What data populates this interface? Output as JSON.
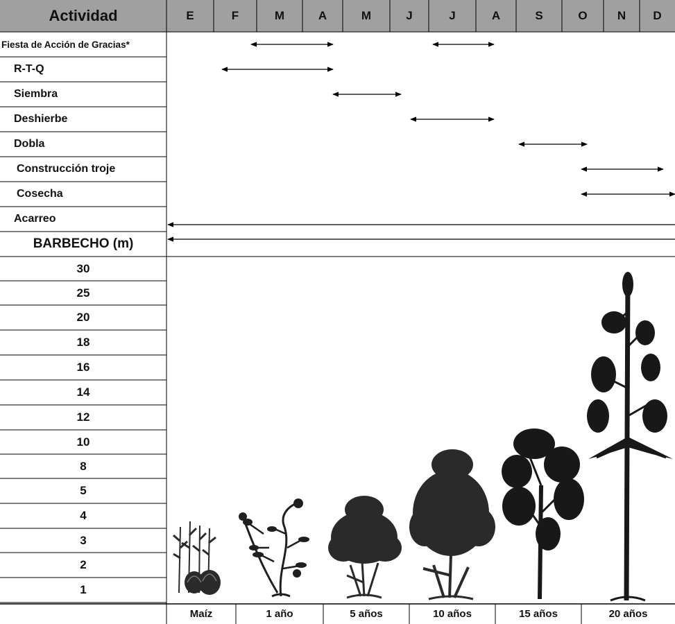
{
  "header": {
    "activity_label": "Actividad",
    "months": [
      "E",
      "F",
      "M",
      "A",
      "M",
      "J",
      "J",
      "A",
      "S",
      "O",
      "N",
      "D"
    ]
  },
  "activities": [
    {
      "label": "Fiesta de Acción de Gracias*",
      "ranges": [
        [
          "M",
          "A"
        ],
        [
          "J",
          "A"
        ]
      ]
    },
    {
      "label": "R-T-Q",
      "ranges": [
        [
          "F",
          "A"
        ]
      ]
    },
    {
      "label": "Siembra",
      "ranges": [
        [
          "A",
          "J"
        ]
      ]
    },
    {
      "label": "Deshierbe",
      "ranges": [
        [
          "J",
          "A"
        ]
      ]
    },
    {
      "label": "Dobla",
      "ranges": [
        [
          "S",
          "O"
        ]
      ]
    },
    {
      "label": "Construcción troje",
      "ranges": [
        [
          "O",
          "D"
        ]
      ]
    },
    {
      "label": "Cosecha",
      "ranges": [
        [
          "O",
          "D"
        ]
      ]
    },
    {
      "label": "Acarreo",
      "ranges": [
        [
          "E",
          "D"
        ]
      ]
    }
  ],
  "fallow": {
    "label": "BARBECHO (m)",
    "range": [
      "E",
      "D"
    ],
    "heights": [
      "30",
      "25",
      "20",
      "18",
      "16",
      "14",
      "12",
      "10",
      "8",
      "5",
      "4",
      "3",
      "2",
      "1"
    ]
  },
  "stages": [
    "Maíz",
    "1 año",
    "5 años",
    "10 años",
    "15 años",
    "20 años"
  ],
  "colors": {
    "header_bg": "#a0a0a0",
    "line": "#000000",
    "plant": "#1a1a1a"
  }
}
